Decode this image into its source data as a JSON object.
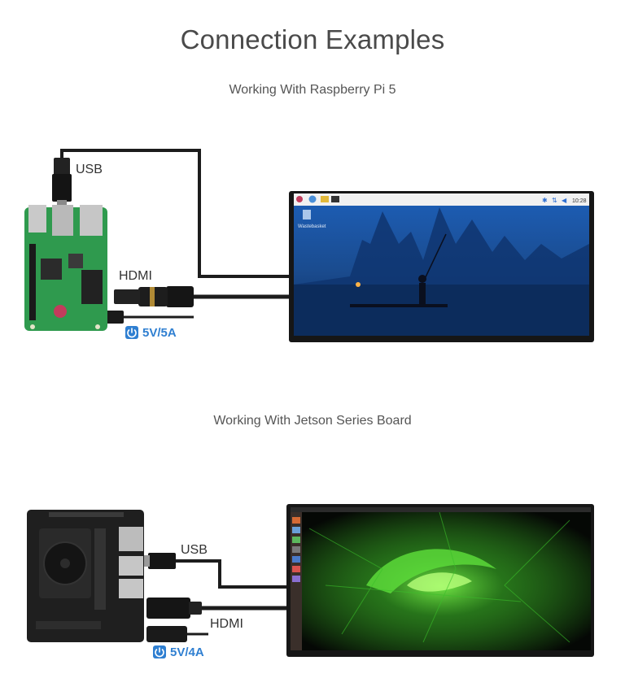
{
  "page": {
    "title": "Connection Examples",
    "section_rpi": "Working With Raspberry Pi 5",
    "section_jetson": "Working With Jetson Series Board"
  },
  "rpi": {
    "usb_label": "USB",
    "hdmi_label": "HDMI",
    "power_label": "5V/5A",
    "taskbar_time": "10:28",
    "desktop_icon_label": "Wastebasket"
  },
  "jetson": {
    "usb_label": "USB",
    "hdmi_label": "HDMI",
    "power_label": "5V/4A"
  },
  "colors": {
    "cable": "#1c1c1c",
    "rpi_board": "#2f9a4e",
    "jetson_board": "#1f1f1f",
    "power_icon": "#2f7fd1",
    "screen_blue": "#1f4f9a",
    "screen_green": "#3bbf2a"
  }
}
